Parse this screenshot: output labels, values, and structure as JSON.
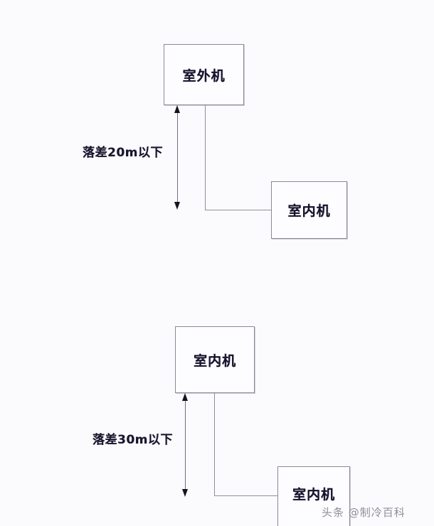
{
  "diagram": {
    "background_color": "#fbfbfd",
    "line_color": "#8f8f9c",
    "text_color": "#16142b",
    "watermark": "头条 @制冷百科",
    "sections": [
      {
        "id": "top",
        "top_unit_label": "室外机",
        "bottom_unit_label": "室内机",
        "gap_label": "落差20m以下"
      },
      {
        "id": "bottom",
        "top_unit_label": "室内机",
        "bottom_unit_label": "室内机",
        "gap_label": "落差30m以下"
      }
    ]
  }
}
